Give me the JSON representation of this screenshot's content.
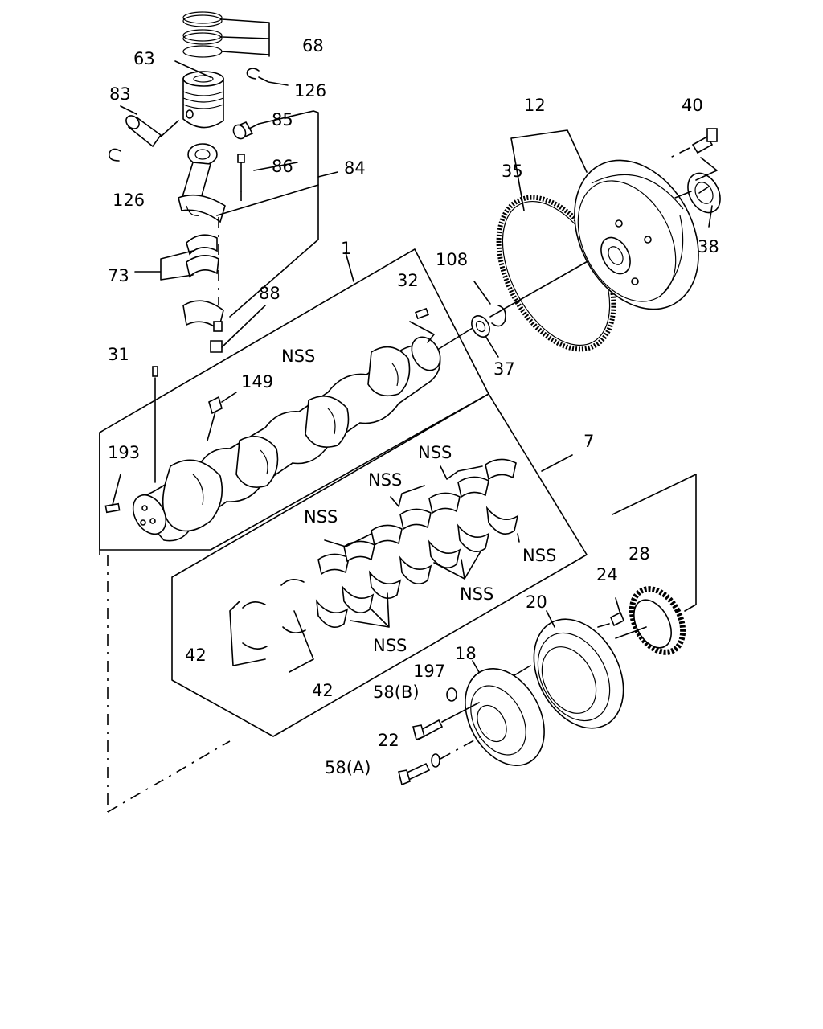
{
  "callouts": {
    "c68": "68",
    "c63": "63",
    "c126a": "126",
    "c83": "83",
    "c85": "85",
    "c86": "86",
    "c84": "84",
    "c126b": "126",
    "c73": "73",
    "c88": "88",
    "c1": "1",
    "c32": "32",
    "c108": "108",
    "c12": "12",
    "c40": "40",
    "c35": "35",
    "c38": "38",
    "c31": "31",
    "c149": "149",
    "c37": "37",
    "c193": "193",
    "c7": "7",
    "c28": "28",
    "c24": "24",
    "c20": "20",
    "c42a": "42",
    "c42b": "42",
    "c18": "18",
    "c197": "197",
    "c58b": "58(B)",
    "c22": "22",
    "c58a": "58(A)",
    "nss1": "NSS",
    "nss2": "NSS",
    "nss3": "NSS",
    "nss4": "NSS",
    "nss5": "NSS",
    "nss6": "NSS",
    "nss7": "NSS"
  }
}
